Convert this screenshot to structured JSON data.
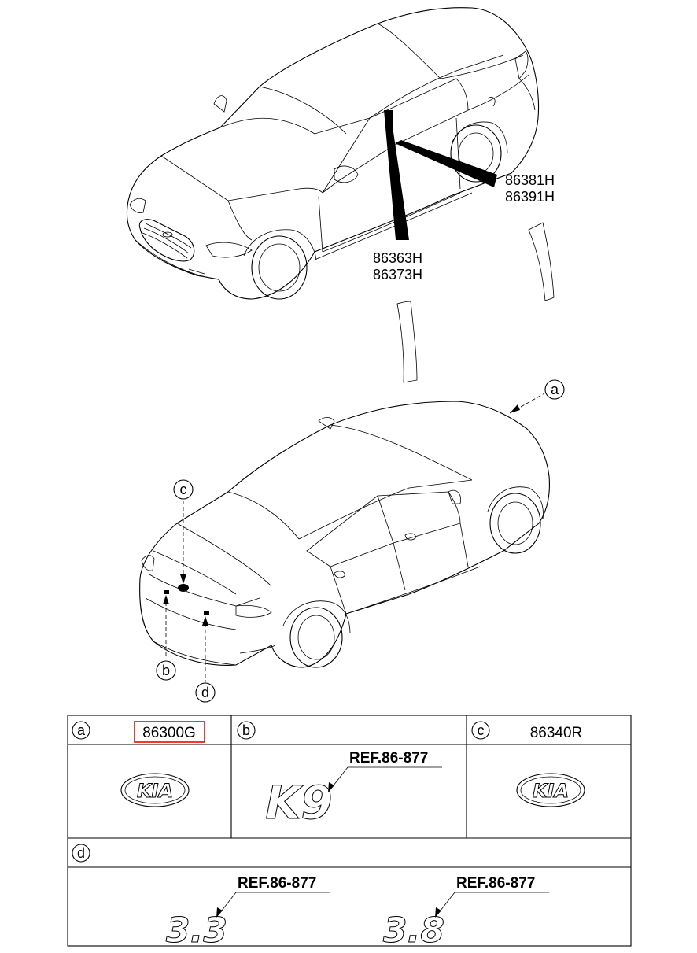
{
  "parts": {
    "rear_quarter_moulding": [
      "86381H",
      "86391H"
    ],
    "center_pillar_moulding": [
      "86363H",
      "86373H"
    ]
  },
  "callouts": [
    "a",
    "b",
    "c",
    "d"
  ],
  "table": {
    "cell_a": {
      "letter": "a",
      "part": "86300G",
      "highlight_color": "#ff0000"
    },
    "cell_b": {
      "letter": "b",
      "ref": "REF.86-877",
      "emblem": "K9"
    },
    "cell_c": {
      "letter": "c",
      "part": "86340R"
    },
    "cell_d": {
      "letter": "d",
      "ref_left": "REF.86-877",
      "ref_right": "REF.86-877",
      "emblem_left": "3.3",
      "emblem_right": "3.8"
    }
  },
  "emblem_logo": "KIA"
}
